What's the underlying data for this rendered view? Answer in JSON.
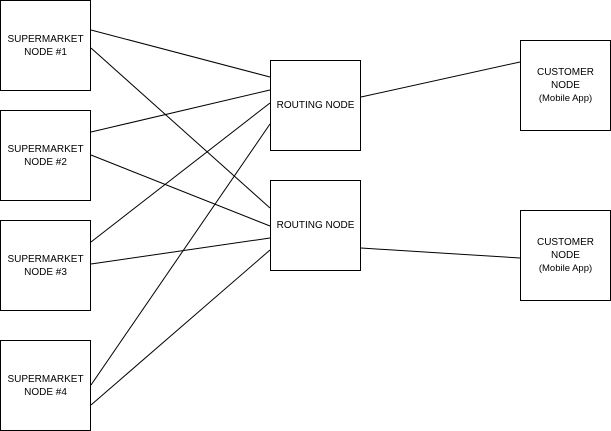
{
  "diagram": {
    "supermarkets": [
      {
        "line1": "SUPERMARKET",
        "line2": "NODE #1"
      },
      {
        "line1": "SUPERMARKET",
        "line2": "NODE #2"
      },
      {
        "line1": "SUPERMARKET",
        "line2": "NODE #3"
      },
      {
        "line1": "SUPERMARKET",
        "line2": "NODE #4"
      }
    ],
    "routers": [
      {
        "label": "ROUTING NODE"
      },
      {
        "label": "ROUTING NODE"
      }
    ],
    "customers": [
      {
        "line1": "CUSTOMER",
        "line2": "NODE",
        "line3": "(Mobile App)"
      },
      {
        "line1": "CUSTOMER",
        "line2": "NODE",
        "line3": "(Mobile App)"
      }
    ],
    "edge_color": "#000000"
  }
}
